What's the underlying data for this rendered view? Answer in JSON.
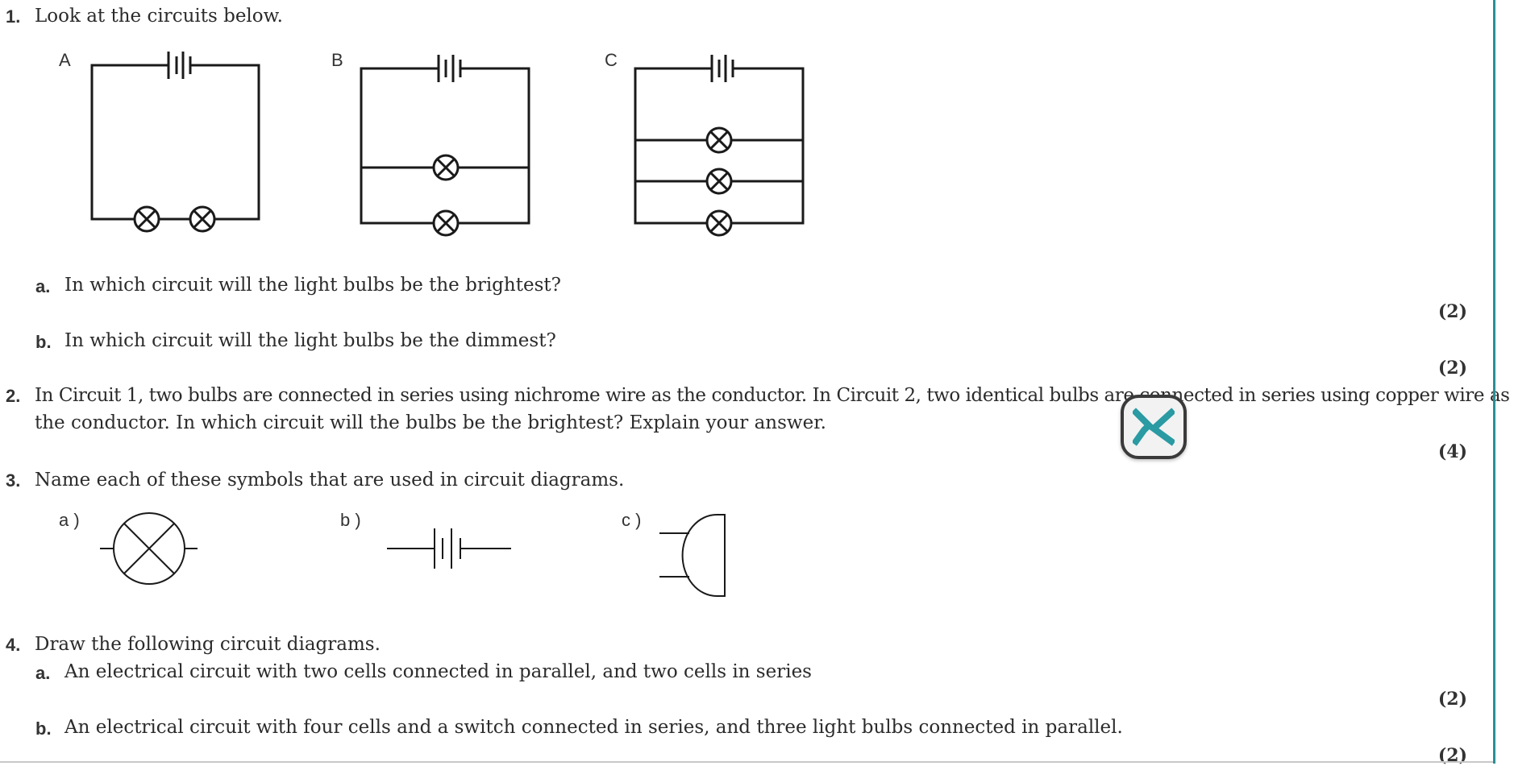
{
  "q1": {
    "num": "1.",
    "text": "Look at the circuits below.",
    "circuit_labels": [
      "A",
      "B",
      "C"
    ],
    "a": {
      "label": "a.",
      "text": "In which circuit will the light bulbs be the brightest?",
      "marks": "(2)"
    },
    "b": {
      "label": "b.",
      "text": "In which circuit will the light bulbs be the dimmest?",
      "marks": "(2)"
    }
  },
  "q2": {
    "num": "2.",
    "line1": "In Circuit 1, two bulbs are connected in series using nichrome wire as the conductor. In Circuit 2, two identical bulbs are connected in series using copper wire as",
    "line2": "the conductor. In which circuit will the bulbs be the brightest? Explain your answer.",
    "marks": "(4)"
  },
  "q3": {
    "num": "3.",
    "text": "Name each of these symbols that are used in circuit diagrams.",
    "symbol_labels": [
      "a )",
      "b )",
      "c )"
    ]
  },
  "q4": {
    "num": "4.",
    "text": "Draw the following circuit diagrams.",
    "a": {
      "label": "a.",
      "text": "An electrical circuit with two cells connected in parallel, and two cells in series",
      "marks": "(2)"
    },
    "b": {
      "label": "b.",
      "text": "An electrical circuit with four cells and a switch connected in series, and three light bulbs connected in parallel.",
      "marks": "(2)"
    }
  },
  "overlay": {
    "close_icon": "close-x-icon",
    "accent": "#2a9aa3"
  }
}
